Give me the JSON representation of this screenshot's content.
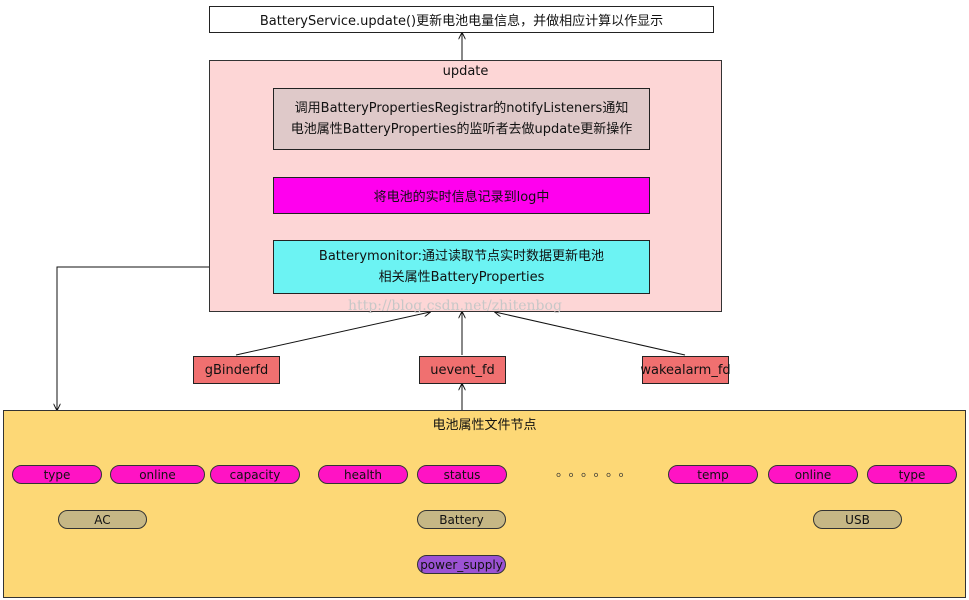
{
  "top_box": "BatteryService.update()更新电池电量信息，并做相应计算以作显示",
  "update_group": {
    "title": "update",
    "notify_line1": "调用BatteryPropertiesRegistrar的notifyListeners通知",
    "notify_line2": "电池属性BatteryProperties的监听者去做update更新操作",
    "log": "将电池的实时信息记录到log中",
    "monitor_line1": "Batterymonitor:通过读取节点实时数据更新电池",
    "monitor_line2": "相关属性BatteryProperties"
  },
  "fds": [
    "gBinderfd",
    "uevent_fd",
    "wakealarm_fd"
  ],
  "watermark": "http://blog.csdn.net/zhitenbog",
  "nodes_group": {
    "title": "电池属性文件节点",
    "attrs": [
      "type",
      "online",
      "capacity",
      "health",
      "status",
      "temp",
      "online",
      "type"
    ],
    "ellipsis": "。。。。。。",
    "supplies": [
      "AC",
      "Battery",
      "USB"
    ],
    "root": "power_supply"
  },
  "colors": {
    "update_bg": "#fdd6d6",
    "notify_bg": "#dfc9c9",
    "log_bg": "#ff00ee",
    "monitor_bg": "#6cf3f3",
    "fd_bg": "#f07070",
    "nodes_bg": "#fdd876",
    "attr_bg": "#ff13c4",
    "supply_bg": "#c6b785",
    "root_bg": "#9b52d4"
  }
}
